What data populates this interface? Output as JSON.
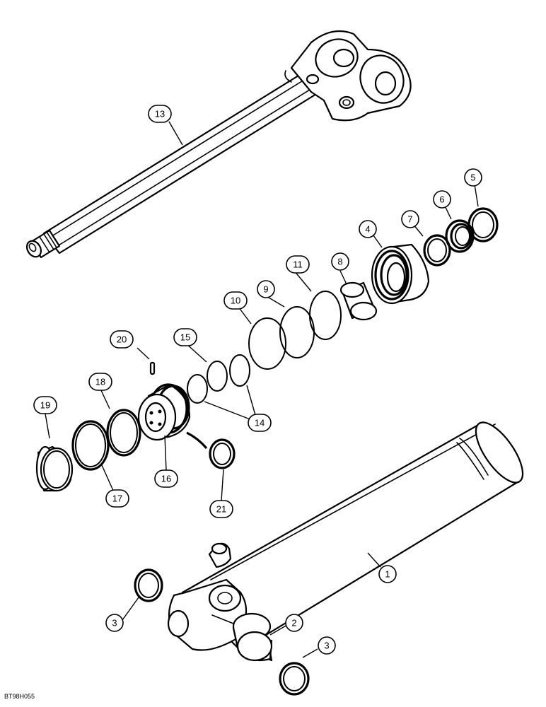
{
  "diagram": {
    "figure_code": "BT98H055",
    "callouts": [
      {
        "id": "c1",
        "label": "1"
      },
      {
        "id": "c2",
        "label": "2"
      },
      {
        "id": "c3a",
        "label": "3"
      },
      {
        "id": "c3b",
        "label": "3"
      },
      {
        "id": "c4",
        "label": "4"
      },
      {
        "id": "c5",
        "label": "5"
      },
      {
        "id": "c6",
        "label": "6"
      },
      {
        "id": "c7",
        "label": "7"
      },
      {
        "id": "c8",
        "label": "8"
      },
      {
        "id": "c9",
        "label": "9"
      },
      {
        "id": "c10",
        "label": "10"
      },
      {
        "id": "c11",
        "label": "11"
      },
      {
        "id": "c13",
        "label": "13"
      },
      {
        "id": "c14",
        "label": "14"
      },
      {
        "id": "c15",
        "label": "15"
      },
      {
        "id": "c16",
        "label": "16"
      },
      {
        "id": "c17",
        "label": "17"
      },
      {
        "id": "c18",
        "label": "18"
      },
      {
        "id": "c19",
        "label": "19"
      },
      {
        "id": "c20",
        "label": "20"
      },
      {
        "id": "c21",
        "label": "21"
      }
    ]
  }
}
